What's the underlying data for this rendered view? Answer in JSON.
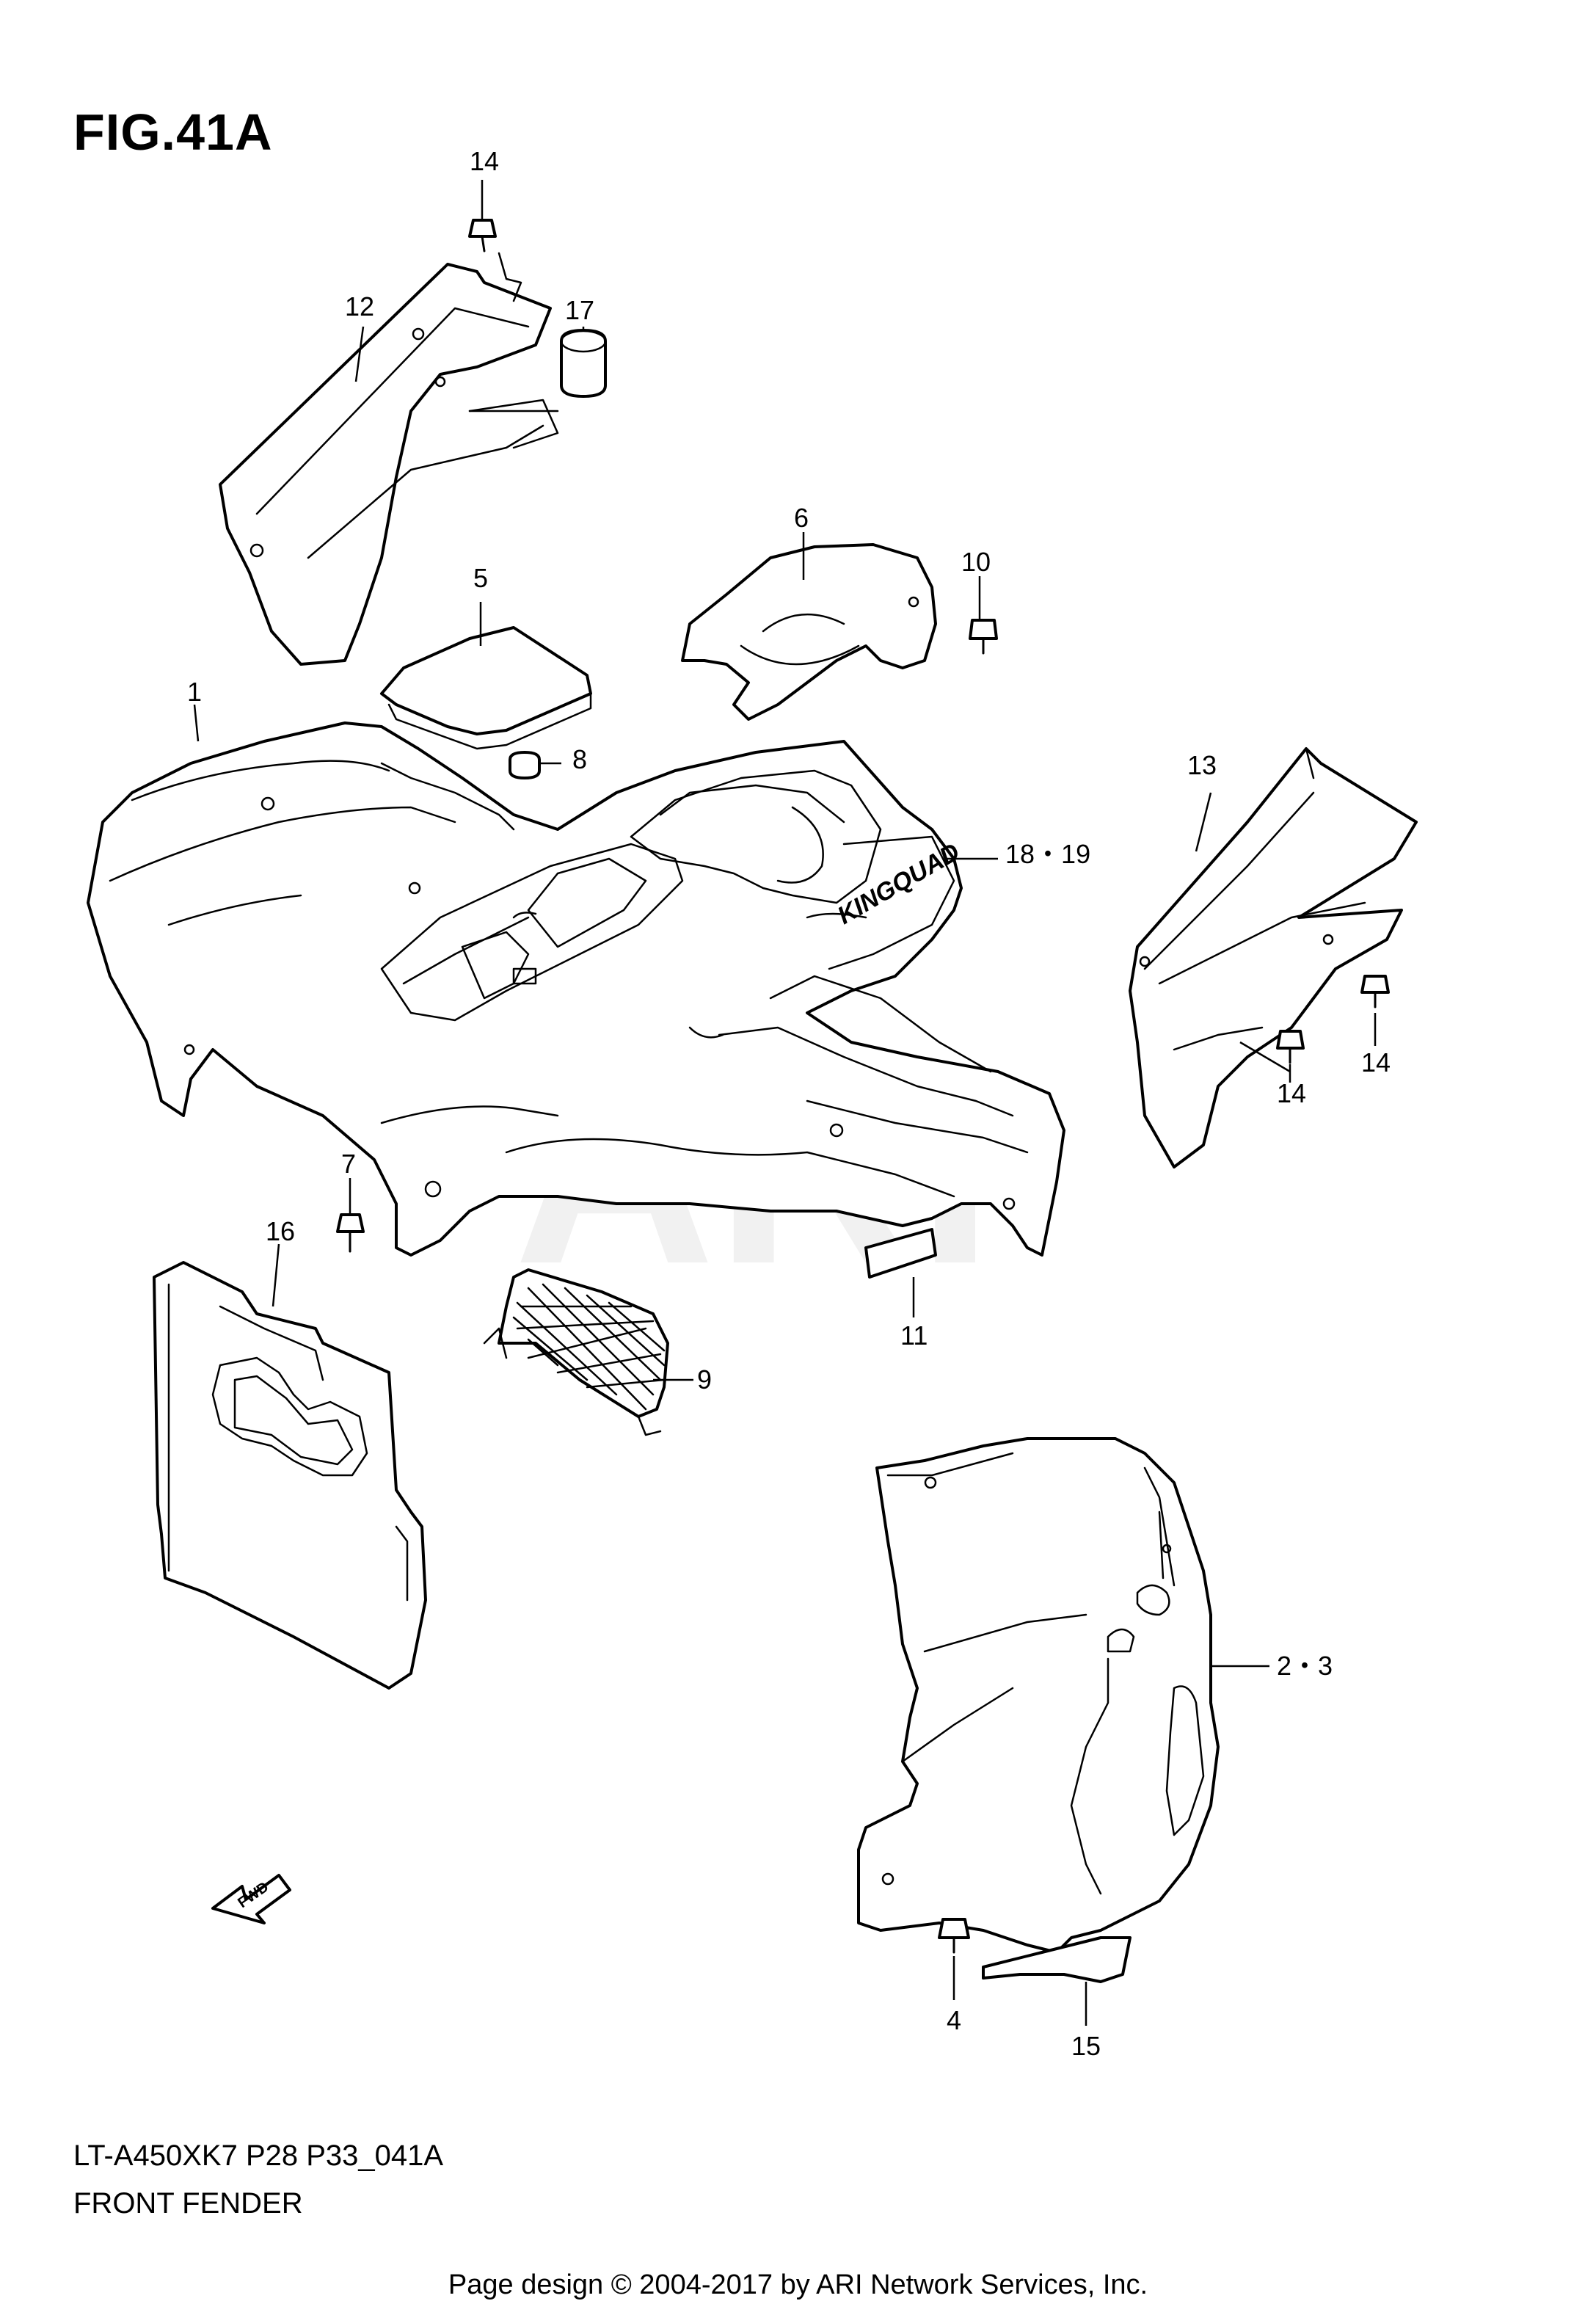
{
  "figure": {
    "title": "FIG.41A",
    "model_code": "LT-A450XK7 P28 P33_041A",
    "section": "FRONT FENDER",
    "watermark": "ARI",
    "fwd_label": "FWD",
    "decal_text": "KINGQUAD"
  },
  "callouts": {
    "c1": "1",
    "c2_3": "2・3",
    "c4": "4",
    "c5": "5",
    "c6": "6",
    "c7": "7",
    "c8": "8",
    "c9": "9",
    "c10": "10",
    "c11": "11",
    "c12": "12",
    "c13": "13",
    "c14_top": "14",
    "c14_right_a": "14",
    "c14_right_b": "14",
    "c15": "15",
    "c16": "16",
    "c17": "17",
    "c18_19": "18・19"
  },
  "footer": {
    "text": "Page design © 2004-2017 by ARI Network Services, Inc."
  }
}
